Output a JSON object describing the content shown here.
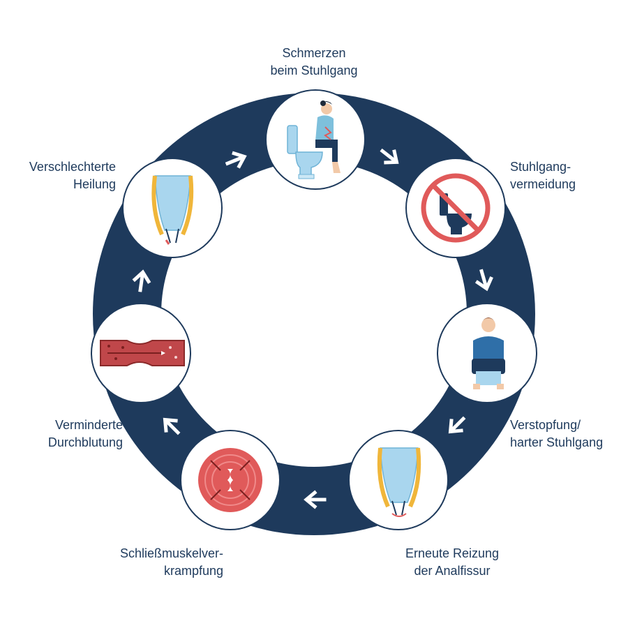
{
  "colors": {
    "ring": "#1e3a5c",
    "node_fill": "#ffffff",
    "node_stroke": "#1e3a5c",
    "arrow": "#ffffff",
    "label": "#1e3a5c",
    "accent_red": "#e05a5a",
    "accent_blue": "#a9d6ee",
    "accent_yellow": "#f0b63a"
  },
  "steps": [
    {
      "id": "schmerzen",
      "line1": "Schmerzen",
      "line2": "beim Stuhlgang",
      "icon": "person-on-toilet-pain-icon"
    },
    {
      "id": "vermeidung",
      "line1": "Stuhlgang-",
      "line2": "vermeidung",
      "icon": "no-toilet-icon"
    },
    {
      "id": "verstopfung",
      "line1": "Verstopfung/",
      "line2": "harter Stuhlgang",
      "icon": "constipated-person-icon"
    },
    {
      "id": "reizung",
      "line1": "Erneute Reizung",
      "line2": "der Analfissur",
      "icon": "anal-fissure-icon"
    },
    {
      "id": "krampf",
      "line1": "Schließmuskelver-",
      "line2": "krampfung",
      "icon": "sphincter-spasm-icon"
    },
    {
      "id": "durchblutung",
      "line1": "Verminderte",
      "line2": "Durchblutung",
      "icon": "narrowed-blood-vessel-icon"
    },
    {
      "id": "heilung",
      "line1": "Verschlechterte",
      "line2": "Heilung",
      "icon": "anal-canal-fissure-icon"
    }
  ],
  "arrows": [
    "right-arrow-icon",
    "down-right-arrow-icon",
    "down-left-arrow-icon",
    "left-arrow-icon",
    "up-left-arrow-icon",
    "up-arrow-icon",
    "up-right-arrow-icon"
  ]
}
